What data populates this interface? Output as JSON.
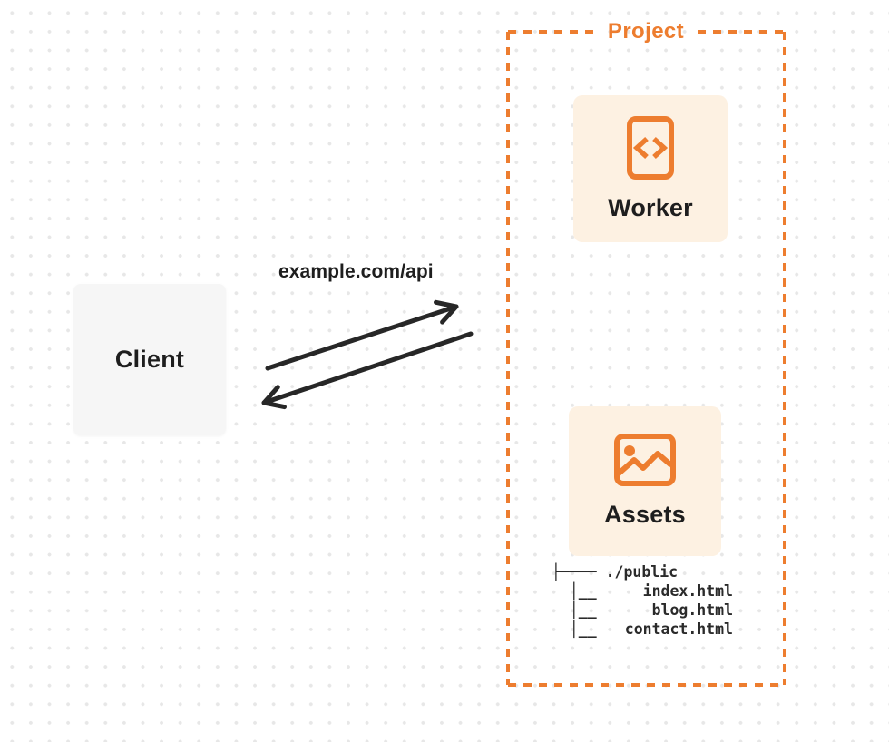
{
  "client": {
    "label": "Client"
  },
  "request": {
    "label": "example.com/api"
  },
  "project": {
    "label": "Project",
    "worker": {
      "label": "Worker",
      "icon": "code-icon"
    },
    "assets": {
      "label": "Assets",
      "icon": "image-icon"
    },
    "file_tree": {
      "root_prefix": "├──── ",
      "root": "./public",
      "file_prefix": "  │__",
      "files": [
        "index.html",
        "blog.html",
        "contact.html"
      ]
    }
  },
  "colors": {
    "accent_orange": "#ED7D2F",
    "card_cream": "#FDF1E2",
    "client_gray": "#F6F6F6",
    "arrow_dark": "#272727",
    "text_dark": "#1E1E1E",
    "dot_grid": "#E7E7E7"
  }
}
